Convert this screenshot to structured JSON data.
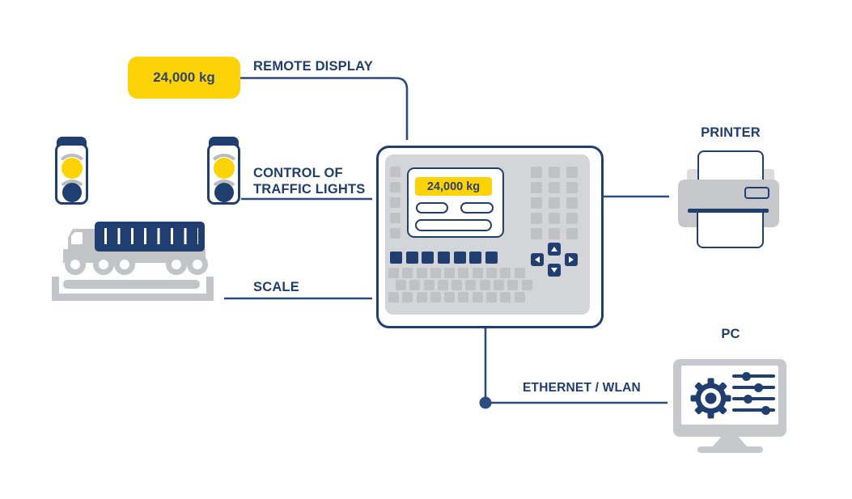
{
  "colors": {
    "navy": "#203e70",
    "line": "#2b4b82",
    "yellow": "#fcd306",
    "gray": "#c3c4c8"
  },
  "remote_display": {
    "value": "24,000 kg",
    "label": "REMOTE DISPLAY"
  },
  "traffic_lights": {
    "label_line1": "CONTROL OF",
    "label_line2": "TRAFFIC LIGHTS"
  },
  "scale": {
    "label": "SCALE"
  },
  "terminal": {
    "display_value": "24,000 kg",
    "keypad": {
      "left_column_keys": 5,
      "right_grid_keys": 15,
      "function_keys": 7,
      "key_rows": [
        10,
        10,
        10
      ],
      "arrow_keys": [
        "up",
        "left",
        "right",
        "down"
      ]
    }
  },
  "printer": {
    "label": "PRINTER"
  },
  "pc": {
    "label": "PC"
  },
  "ethernet": {
    "label": "ETHERNET / WLAN"
  }
}
